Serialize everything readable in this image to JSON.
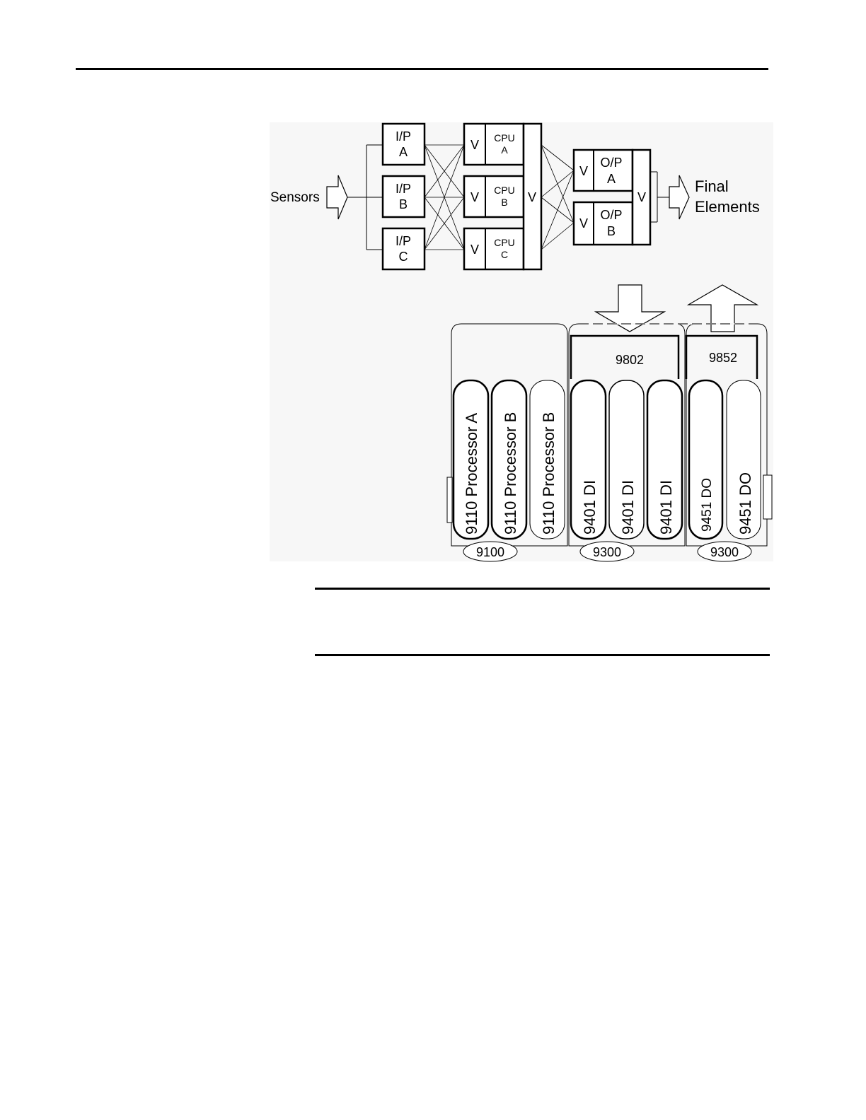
{
  "diagram": {
    "sensors_label": "Sensors",
    "final_elements_label": [
      "Final",
      "Elements"
    ],
    "input_modules": [
      {
        "line1": "I/P",
        "line2": "A"
      },
      {
        "line1": "I/P",
        "line2": "B"
      },
      {
        "line1": "I/P",
        "line2": "C"
      }
    ],
    "cpu_modules": [
      {
        "voter": "V",
        "line1": "CPU",
        "line2": "A"
      },
      {
        "voter": "V",
        "line1": "CPU",
        "line2": "B"
      },
      {
        "voter": "V",
        "line1": "CPU",
        "line2": "C"
      }
    ],
    "cpu_bus_voter": "V",
    "output_modules": [
      {
        "voter": "V",
        "line1": "O/P",
        "line2": "A"
      },
      {
        "voter": "V",
        "line1": "O/P",
        "line2": "B"
      }
    ],
    "output_bus_voter": "V"
  },
  "hardware": {
    "modules": [
      "9110 Processor A",
      "9110 Processor B",
      "9110 Processor B",
      "9401 DI",
      "9401 DI",
      "9401 DI",
      "9451 DO",
      "9451 DO"
    ],
    "termination_labels": [
      "9802",
      "9852"
    ],
    "chassis_labels": [
      "9100",
      "9300",
      "9300"
    ]
  }
}
